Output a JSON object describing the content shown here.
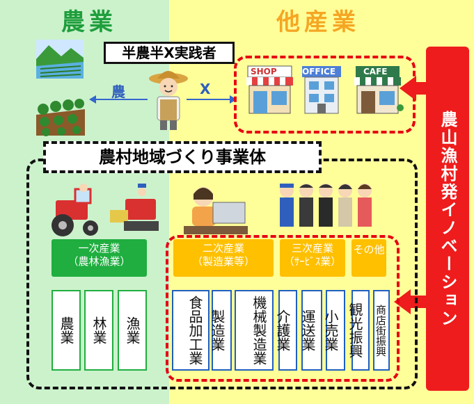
{
  "header": {
    "agriculture": "農業",
    "other_industry": "他産業"
  },
  "practitioner_label": "半農半X実践者",
  "arrow_labels": {
    "agri": "農",
    "x": "X"
  },
  "organization_title": "農村地域づくり事業体",
  "innovation_label": "農山漁村発イノベーション",
  "shop_signs": {
    "shop": "SHOP",
    "office": "OFFICE",
    "cafe": "CAFE"
  },
  "categories": [
    {
      "name": "一次産業",
      "sub": "（農林漁業）"
    },
    {
      "name": "二次産業",
      "sub": "（製造業等）"
    },
    {
      "name": "三次産業",
      "sub": "（ｻｰﾋﾞｽ業）"
    },
    {
      "name": "その他",
      "sub": ""
    }
  ],
  "items": {
    "primary": [
      "農業",
      "林業",
      "漁業"
    ],
    "secondary": [
      "食品加工業",
      "製造業",
      "機械製造業"
    ],
    "tertiary": [
      "介護業",
      "運送業",
      "小売業"
    ],
    "other": [
      "観光振興",
      "商店街振興"
    ]
  },
  "colors": {
    "green": "#1fae3f",
    "yellow": "#ffc000",
    "red": "#ee1c1c",
    "blue": "#1f5fbf"
  }
}
